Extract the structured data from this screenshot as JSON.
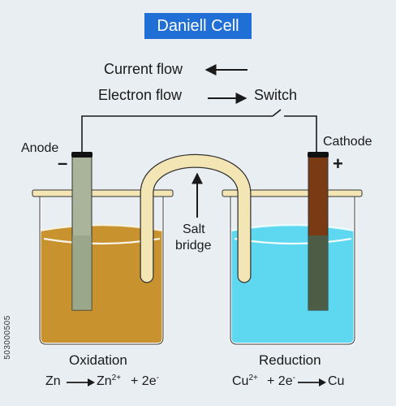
{
  "title": "Daniell Cell",
  "labels": {
    "current_flow": "Current flow",
    "electron_flow": "Electron flow",
    "switch": "Switch",
    "anode": "Anode",
    "anode_sign": "–",
    "cathode": "Cathode",
    "cathode_sign": "+",
    "salt": "Salt",
    "bridge": "bridge",
    "oxidation": "Oxidation",
    "reduction": "Reduction"
  },
  "equations": {
    "oxidation": {
      "reactant": "Zn",
      "product_base": "Zn",
      "product_charge": "2+",
      "plus": "+ 2e",
      "electron_charge": "-"
    },
    "reduction": {
      "reactant_base": "Cu",
      "reactant_charge": "2+",
      "plus": "+ 2e",
      "electron_charge": "-",
      "product": "Cu"
    }
  },
  "stock_id": "503000505",
  "colors": {
    "title_bg": "#1f6fd6",
    "zinc_solution": "#c8922e",
    "copper_solution": "#5ed8f0",
    "zinc_electrode": "#a9b49a",
    "copper_electrode": "#7a3a14",
    "salt_bridge": "#f3e6b4",
    "wire": "#1a1a1a"
  },
  "icons": {
    "current_arrow": "arrow-left-icon",
    "electron_arrow": "arrow-right-icon",
    "salt_bridge_pointer": "arrow-up-icon"
  }
}
